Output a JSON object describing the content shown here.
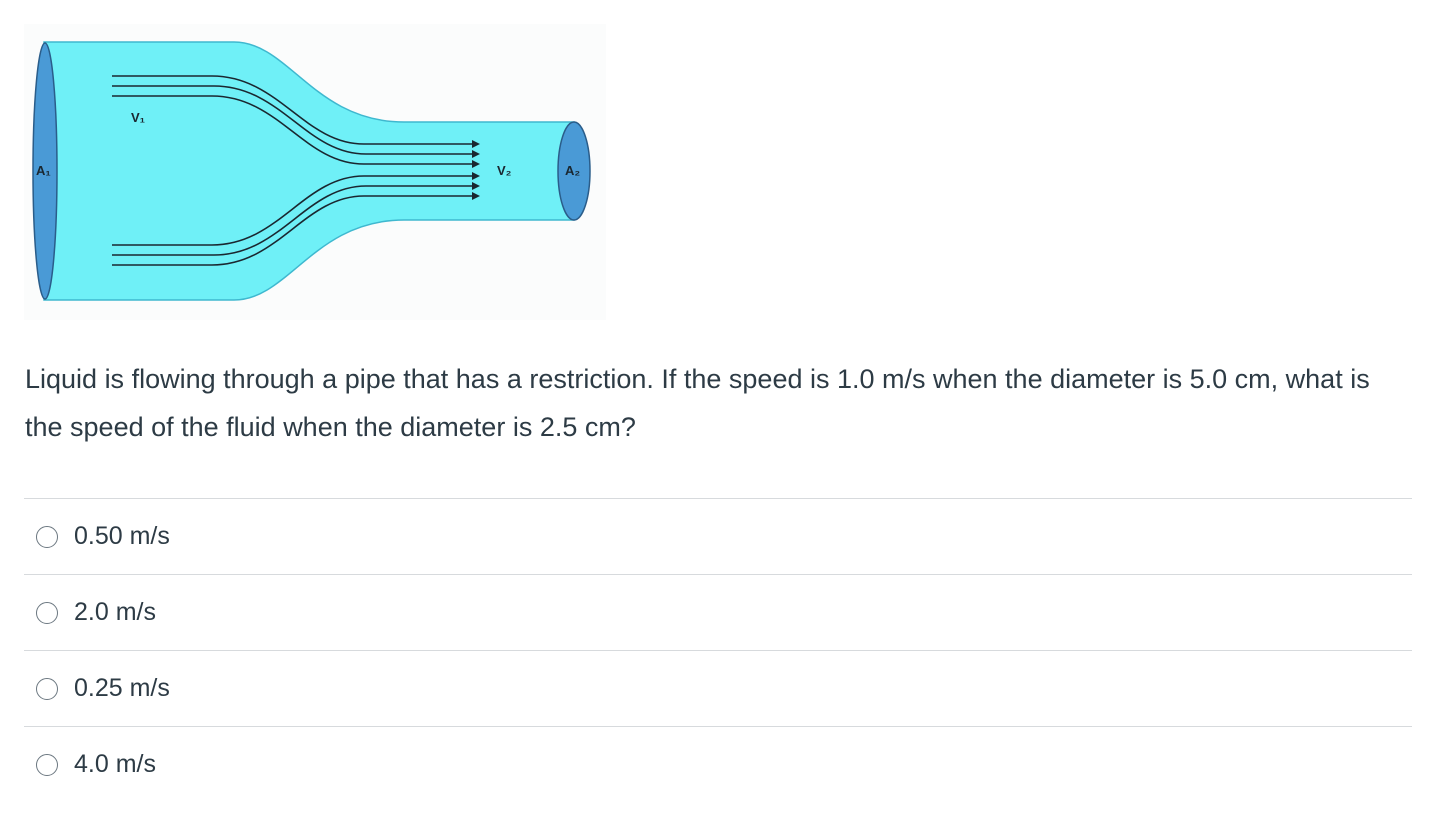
{
  "diagram": {
    "label_a1": "A₁",
    "label_a2": "A₂",
    "label_v1": "V₁",
    "label_v2": "V₂",
    "colors": {
      "fluid": "#6ff0f7",
      "fluid_edge": "#3fb8cf",
      "cap": "#4a9ad6",
      "cap_edge": "#2a5d8a",
      "streamline": "#1a2730"
    }
  },
  "question": {
    "text": "Liquid is flowing through a pipe that has a restriction. If the speed is 1.0 m/s when the diameter is 5.0 cm, what is the speed of the fluid when the diameter is 2.5 cm?"
  },
  "answers": [
    {
      "label": "0.50 m/s",
      "selected": false
    },
    {
      "label": "2.0 m/s",
      "selected": false
    },
    {
      "label": "0.25 m/s",
      "selected": false
    },
    {
      "label": "4.0 m/s",
      "selected": false
    }
  ]
}
